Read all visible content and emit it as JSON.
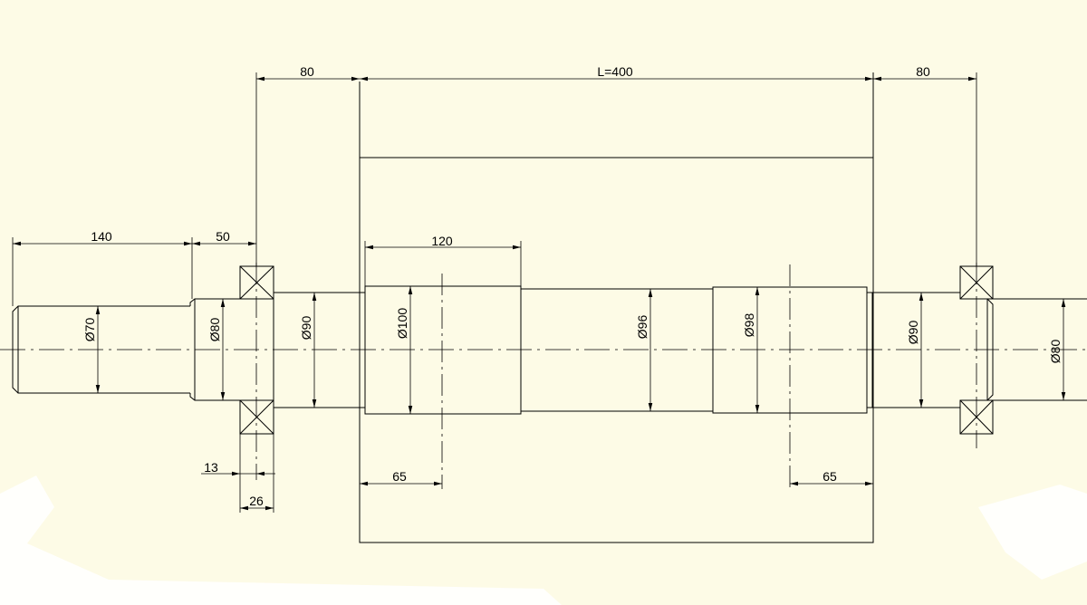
{
  "colors": {
    "background": "#fdfbe6",
    "line": "#000000"
  },
  "dimensions": {
    "top_left_80": "80",
    "length": "L=400",
    "top_right_80": "80",
    "len_140": "140",
    "len_50": "50",
    "len_120": "120",
    "len_65_left": "65",
    "len_65_right": "65",
    "len_13": "13",
    "len_26": "26"
  },
  "diameters": {
    "d70": "Ø70",
    "d80_left": "Ø80",
    "d90_left": "Ø90",
    "d100": "Ø100",
    "d96": "Ø96",
    "d98": "Ø98",
    "d90_right": "Ø90",
    "d80_right": "Ø80"
  }
}
